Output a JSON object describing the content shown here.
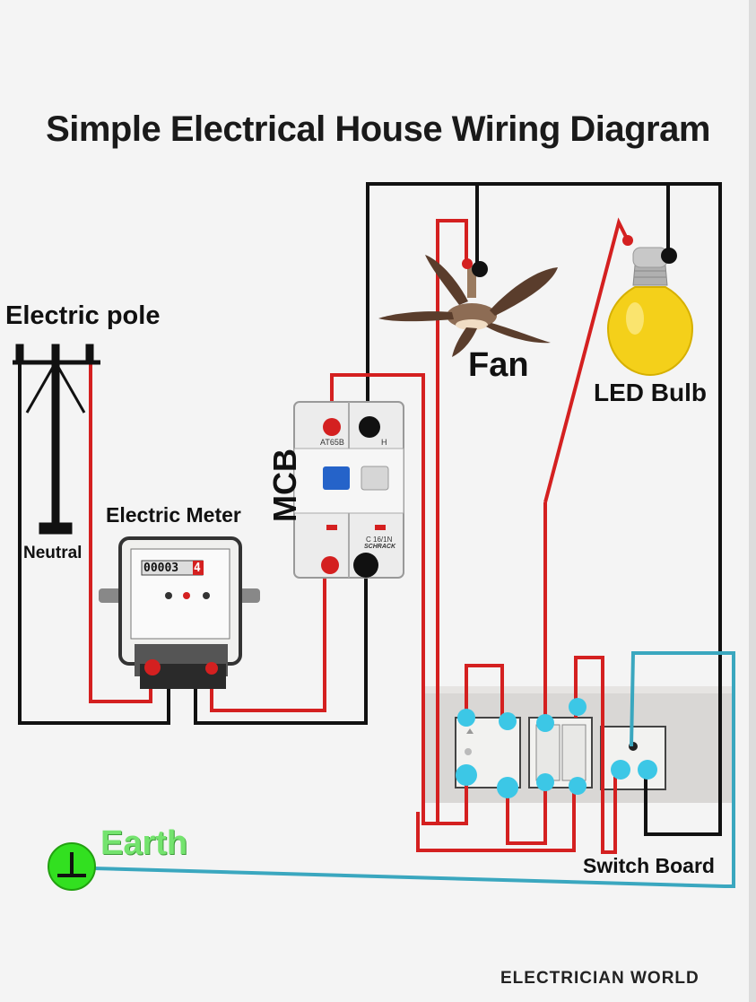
{
  "title": "Simple Electrical House Wiring Diagram",
  "labels": {
    "electric_pole": "Electric pole",
    "neutral": "Neutral",
    "electric_meter": "Electric Meter",
    "mcb": "MCB",
    "fan": "Fan",
    "led_bulb": "LED Bulb",
    "switch_board": "Switch Board",
    "earth": "Earth"
  },
  "meter": {
    "reading": "00003",
    "last_digit": "4"
  },
  "mcb": {
    "model": "AT65B",
    "rating": "C 16/1N",
    "brand": "SCHRACK",
    "terminal_label": "H"
  },
  "brand": "ELECTRICIAN WORLD",
  "colors": {
    "phase_wire": "#d42020",
    "neutral_wire": "#111111",
    "earth_wire": "#3aa7bf",
    "terminal_dot": "#3cc7e6",
    "earth_symbol": "#32e020"
  }
}
